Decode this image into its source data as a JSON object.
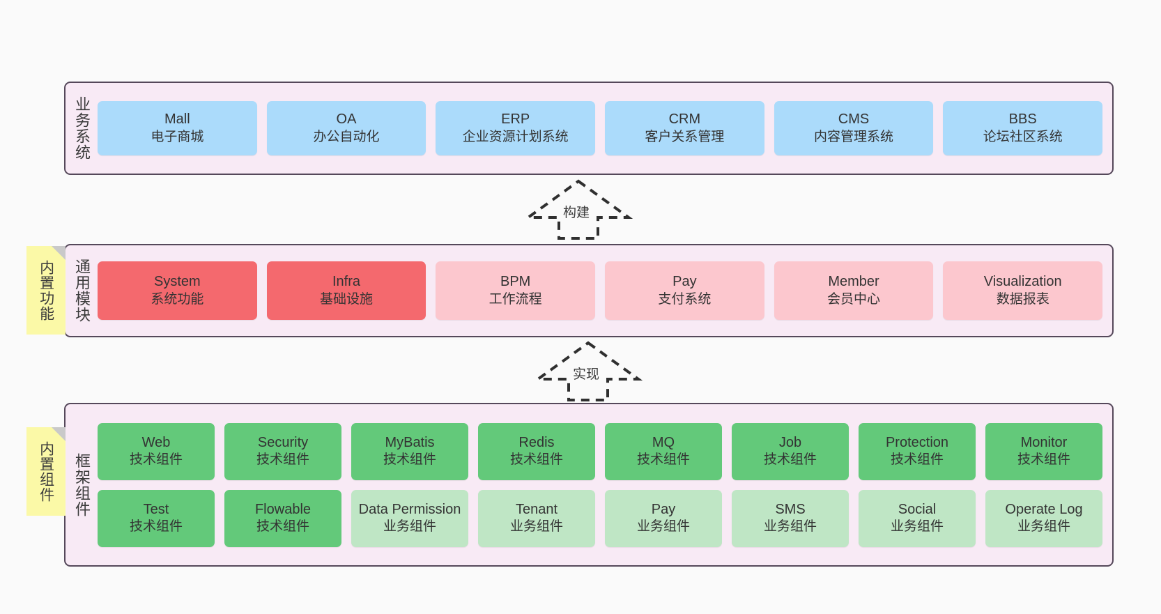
{
  "page": {
    "background": "#fafafa",
    "accent_container_bg": "#f8eaf5",
    "container_border": "#55485a"
  },
  "layers": [
    {
      "id": "business-system",
      "title": "业务系统",
      "note": null,
      "rows": [
        {
          "cards": [
            {
              "name": "Mall",
              "desc": "电子商城",
              "color": "#ABDBFB",
              "style": "c-blue"
            },
            {
              "name": "OA",
              "desc": "办公自动化",
              "color": "#ABDBFB",
              "style": "c-blue"
            },
            {
              "name": "ERP",
              "desc": "企业资源计划系统",
              "color": "#ABDBFB",
              "style": "c-blue"
            },
            {
              "name": "CRM",
              "desc": "客户关系管理",
              "color": "#ABDBFB",
              "style": "c-blue"
            },
            {
              "name": "CMS",
              "desc": "内容管理系统",
              "color": "#ABDBFB",
              "style": "c-blue"
            },
            {
              "name": "BBS",
              "desc": "论坛社区系统",
              "color": "#ABDBFB",
              "style": "c-blue"
            }
          ]
        }
      ]
    },
    {
      "id": "common-module",
      "title": "通用模块",
      "note": "内置功能",
      "rows": [
        {
          "cards": [
            {
              "name": "System",
              "desc": "系统功能",
              "color": "#F4696E",
              "style": "c-red"
            },
            {
              "name": "Infra",
              "desc": "基础设施",
              "color": "#F4696E",
              "style": "c-red"
            },
            {
              "name": "BPM",
              "desc": "工作流程",
              "color": "#FCC7CE",
              "style": "c-pink"
            },
            {
              "name": "Pay",
              "desc": "支付系统",
              "color": "#FCC7CE",
              "style": "c-pink"
            },
            {
              "name": "Member",
              "desc": "会员中心",
              "color": "#FCC7CE",
              "style": "c-pink"
            },
            {
              "name": "Visualization",
              "desc": "数据报表",
              "color": "#FCC7CE",
              "style": "c-pink"
            }
          ]
        }
      ]
    },
    {
      "id": "framework-component",
      "title": "框架组件",
      "note": "内置组件",
      "rows": [
        {
          "cards": [
            {
              "name": "Web",
              "desc": "技术组件",
              "color": "#63C97A",
              "style": "c-green"
            },
            {
              "name": "Security",
              "desc": "技术组件",
              "color": "#63C97A",
              "style": "c-green"
            },
            {
              "name": "MyBatis",
              "desc": "技术组件",
              "color": "#63C97A",
              "style": "c-green"
            },
            {
              "name": "Redis",
              "desc": "技术组件",
              "color": "#63C97A",
              "style": "c-green"
            },
            {
              "name": "MQ",
              "desc": "技术组件",
              "color": "#63C97A",
              "style": "c-green"
            },
            {
              "name": "Job",
              "desc": "技术组件",
              "color": "#63C97A",
              "style": "c-green"
            },
            {
              "name": "Protection",
              "desc": "技术组件",
              "color": "#63C97A",
              "style": "c-green"
            },
            {
              "name": "Monitor",
              "desc": "技术组件",
              "color": "#63C97A",
              "style": "c-green"
            }
          ]
        },
        {
          "cards": [
            {
              "name": "Test",
              "desc": "技术组件",
              "color": "#63C97A",
              "style": "c-green"
            },
            {
              "name": "Flowable",
              "desc": "技术组件",
              "color": "#63C97A",
              "style": "c-green"
            },
            {
              "name": "Data Permission",
              "desc": "业务组件",
              "color": "#BFE6C5",
              "style": "c-lightgreen"
            },
            {
              "name": "Tenant",
              "desc": "业务组件",
              "color": "#BFE6C5",
              "style": "c-lightgreen"
            },
            {
              "name": "Pay",
              "desc": "业务组件",
              "color": "#BFE6C5",
              "style": "c-lightgreen"
            },
            {
              "name": "SMS",
              "desc": "业务组件",
              "color": "#BFE6C5",
              "style": "c-lightgreen"
            },
            {
              "name": "Social",
              "desc": "业务组件",
              "color": "#BFE6C5",
              "style": "c-lightgreen"
            },
            {
              "name": "Operate Log",
              "desc": "业务组件",
              "color": "#BFE6C5",
              "style": "c-lightgreen"
            }
          ]
        }
      ]
    }
  ],
  "connectors": [
    {
      "id": "build",
      "label": "构建",
      "from": "common-module",
      "to": "business-system"
    },
    {
      "id": "implement",
      "label": "实现",
      "from": "framework-component",
      "to": "common-module"
    }
  ]
}
